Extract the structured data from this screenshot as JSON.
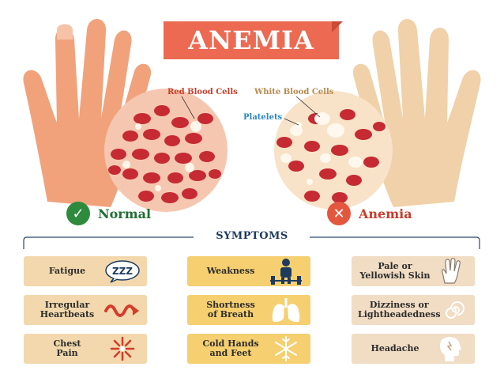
{
  "title": "ANEMIA",
  "labels": {
    "red_blood_cells": "Red Blood Cells",
    "white_blood_cells": "White Blood Cells",
    "platelets": "Platelets"
  },
  "status": {
    "normal": "Normal",
    "anemia": "Anemia"
  },
  "symptoms_title": "SYMPTOMS",
  "symptoms": [
    {
      "label": "Fatigue",
      "icon": "zzz-bubble-icon"
    },
    {
      "label": "Weakness",
      "icon": "weightlifter-icon"
    },
    {
      "label": "Pale or\nYellowish Skin",
      "icon": "hand-outline-icon"
    },
    {
      "label": "Irregular\nHeartbeats",
      "icon": "heartbeat-wave-icon"
    },
    {
      "label": "Shortness\nof Breath",
      "icon": "lungs-icon"
    },
    {
      "label": "Dizziness or\nLightheadedness",
      "icon": "spiral-icon"
    },
    {
      "label": "Chest\nPain",
      "icon": "pain-burst-icon"
    },
    {
      "label": "Cold Hands\nand Feet",
      "icon": "snowflake-icon"
    },
    {
      "label": "Headache",
      "icon": "head-profile-icon"
    }
  ],
  "colors": {
    "banner": "#ec6a52",
    "normal_badge": "#2e8b3e",
    "anemia_badge": "#e4573f",
    "normal_text": "#1f6f33",
    "anemia_text": "#c63d2a",
    "red_cell": "#c62a33",
    "normal_hand": "#f1a27b",
    "pale_hand": "#f1d4b0"
  }
}
